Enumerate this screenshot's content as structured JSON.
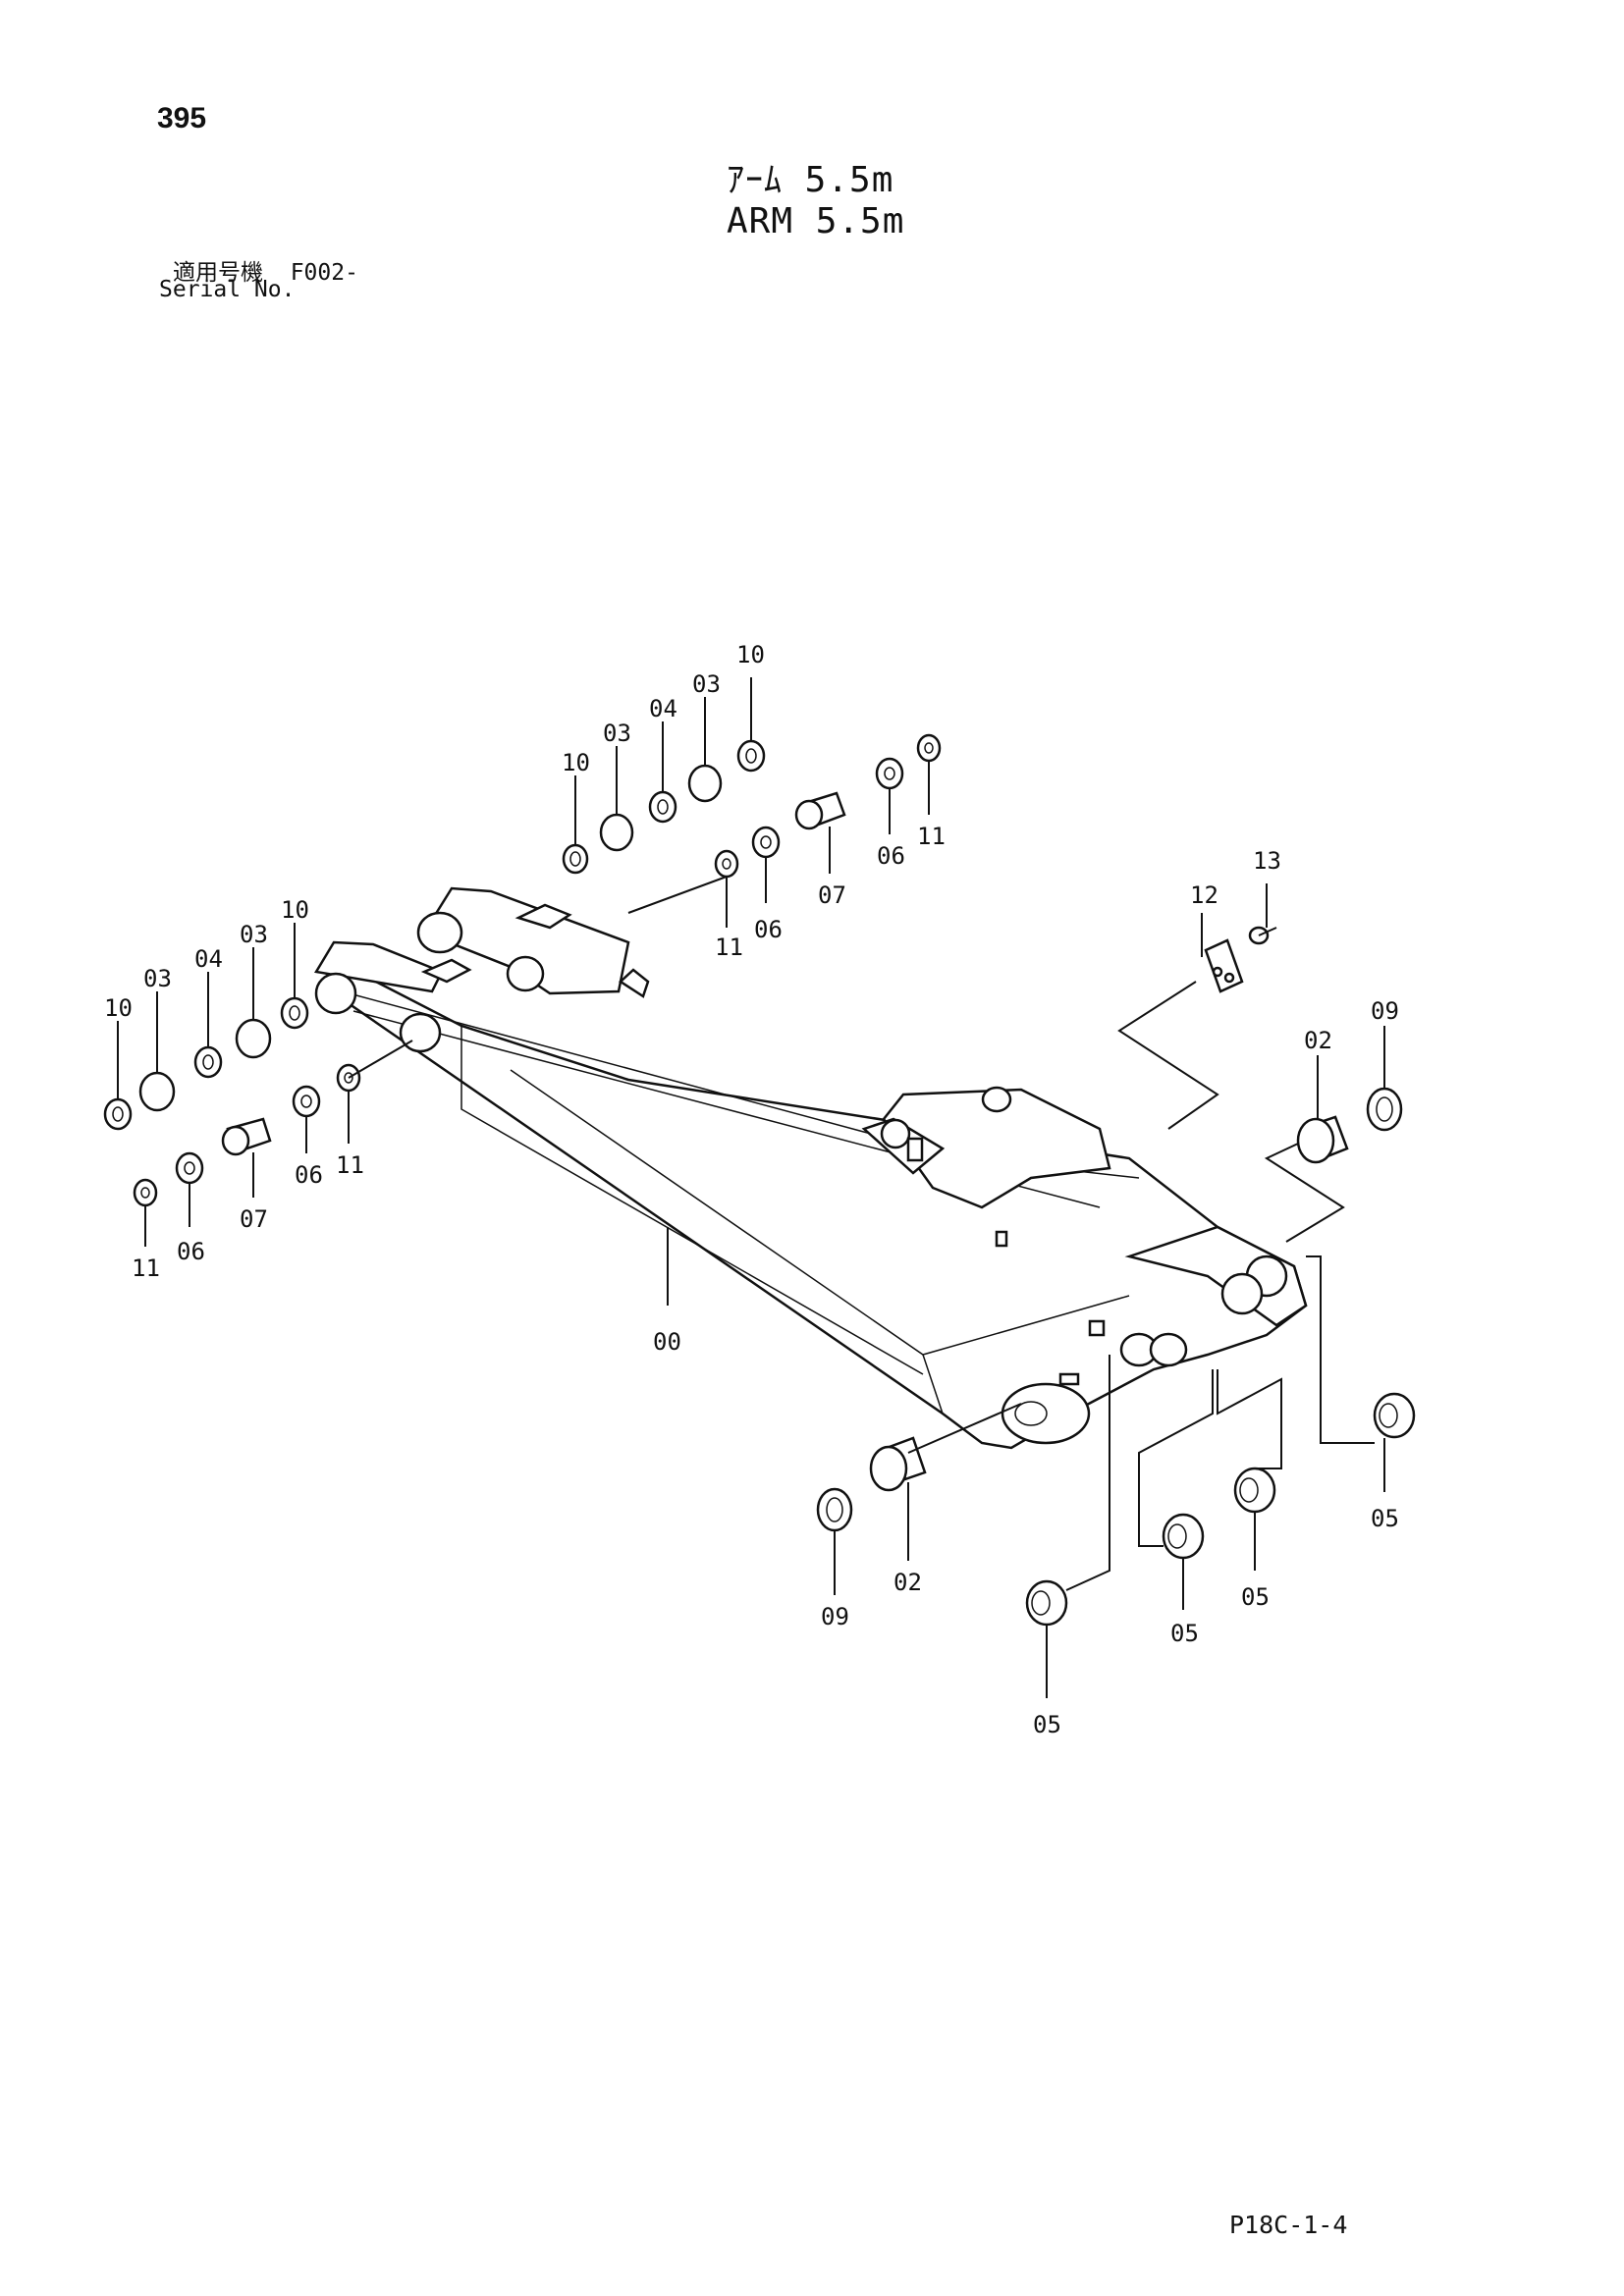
{
  "header": {
    "page_number": "395",
    "title_jp": "ｱｰﾑ 5.5m",
    "title_en": "ARM 5.5m",
    "serial_label_jp": "適用号機",
    "serial_value": "F002-",
    "serial_label_en": "Serial No."
  },
  "footer": {
    "page_ref": "P18C-1-4"
  },
  "callouts": {
    "c00": "00",
    "c02a": "02",
    "c02b": "02",
    "c03a": "03",
    "c03b": "03",
    "c03c": "03",
    "c03d": "03",
    "c04a": "04",
    "c04b": "04",
    "c05a": "05",
    "c05b": "05",
    "c05c": "05",
    "c05d": "05",
    "c06a": "06",
    "c06b": "06",
    "c06c": "06",
    "c06d": "06",
    "c07a": "07",
    "c07b": "07",
    "c09a": "09",
    "c09b": "09",
    "c10a": "10",
    "c10b": "10",
    "c10c": "10",
    "c10d": "10",
    "c11a": "11",
    "c11b": "11",
    "c11c": "11",
    "c11d": "11",
    "c12": "12",
    "c13": "13"
  }
}
